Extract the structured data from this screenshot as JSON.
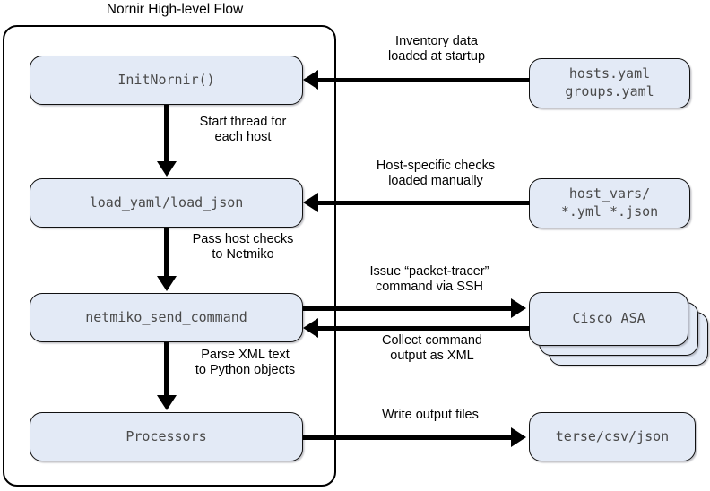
{
  "title": "Nornir High-level Flow",
  "nodes": {
    "init_nornir": "InitNornir()",
    "load_yaml": "load_yaml/load_json",
    "netmiko": "netmiko_send_command",
    "processors": "Processors",
    "hosts_yaml": "hosts.yaml\ngroups.yaml",
    "host_vars": "host_vars/\n*.yml *.json",
    "cisco_asa": "Cisco ASA",
    "outputs": "terse/csv/json"
  },
  "edge_labels": {
    "inventory": "Inventory data\nloaded at startup",
    "start_thread": "Start thread for\neach host",
    "host_specific": "Host-specific checks\nloaded manually",
    "pass_host_checks": "Pass host checks\nto Netmiko",
    "issue_packet_tracer": "Issue “packet-tracer”\ncommand via SSH",
    "collect_output": "Collect command\noutput as XML",
    "parse_xml": "Parse XML text\nto Python objects",
    "write_output": "Write output files"
  },
  "colors": {
    "node_fill": "#e3eaf6",
    "node_stroke": "#111111",
    "node_text": "#4a4a4a",
    "label_text": "#000000",
    "connector": "#000000",
    "background": "#ffffff"
  }
}
